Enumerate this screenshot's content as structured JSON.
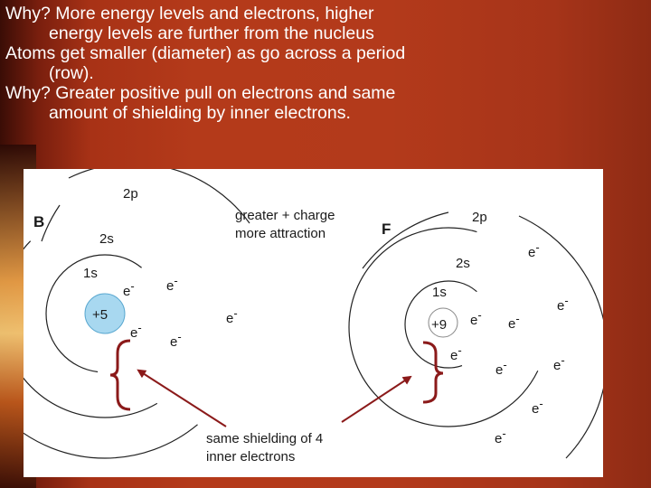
{
  "text": {
    "line1": "Why? More energy levels and electrons, higher",
    "line2": "energy levels are further from the nucleus",
    "line3": "Atoms get smaller (diameter) as go across a period",
    "line4": "(row).",
    "line5": "Why?  Greater positive pull on electrons and same",
    "line6": "amount of shielding by inner electrons."
  },
  "diagram": {
    "boron": {
      "symbol": "B",
      "nucleus": "+5",
      "shell_1s": "1s",
      "shell_2s": "2s",
      "shell_2p": "2p"
    },
    "fluorine": {
      "symbol": "F",
      "nucleus": "+9",
      "shell_1s": "1s",
      "shell_2s": "2s",
      "shell_2p": "2p"
    },
    "annotation_top_line1": "greater + charge",
    "annotation_top_line2": "more attraction",
    "annotation_bottom_line1": "same shielding of 4",
    "annotation_bottom_line2": "inner electrons",
    "electron_label": "e",
    "charge_sign": "-",
    "colors": {
      "nucleus_fill": "#a8d8f0",
      "arrow": "#8b1a1a",
      "panel": "#ffffff",
      "bracket": "#8b1a1a"
    }
  }
}
